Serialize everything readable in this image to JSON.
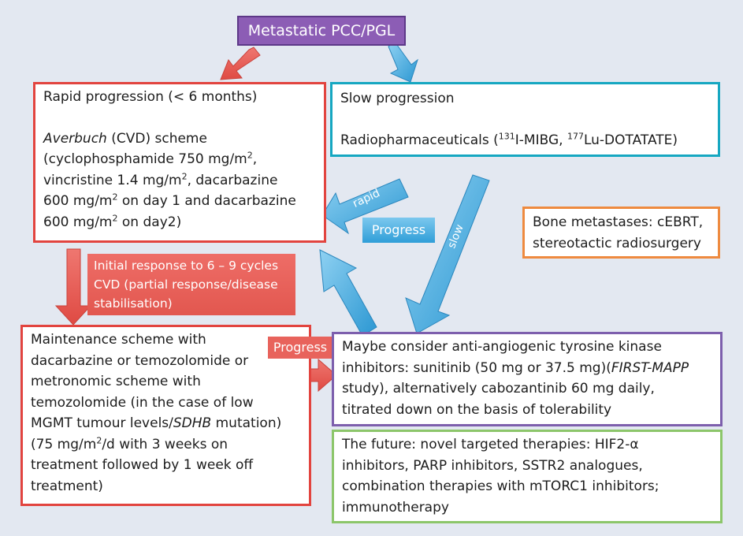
{
  "title": "Metastatic PCC/PGL",
  "rapid": {
    "heading": "Rapid progression (< 6 months)",
    "scheme_name": "Averbuch",
    "scheme_rest": " (CVD) scheme",
    "line1a": "(cyclophosphamide 750 mg/m",
    "line1b": ",",
    "line2a": "vincristine 1.4 mg/m",
    "line2b": ", dacarbazine",
    "line3a": "600 mg/m",
    "line3b": " on day 1 and dacarbazine",
    "line4a": "600 mg/m",
    "line4b": " on day2)",
    "sq": "2"
  },
  "slow": {
    "heading": "Slow progression",
    "line_a": "Radiopharmaceuticals (",
    "iso1": "131",
    "line_b": "I-MIBG, ",
    "iso2": "177",
    "line_c": "Lu-DOTATATE)"
  },
  "bone": {
    "line1": "Bone metastases: cEBRT,",
    "line2": "stereotactic radiosurgery"
  },
  "initial_response": {
    "line1": "Initial response to 6 – 9 cycles",
    "line2": "CVD (partial response/disease",
    "line3": "stabilisation)"
  },
  "labels": {
    "rapid": "rapid",
    "slow": "slow",
    "progress_blue": "Progress",
    "progress_red": "Progress"
  },
  "maintenance": {
    "line1": "Maintenance scheme with",
    "line2": "dacarbazine or temozolomide or",
    "line3": "metronomic scheme with",
    "line4": "temozolomide (in the case of low",
    "line5a": "MGMT tumour levels/",
    "line5b": "SDHB",
    "line5c": " mutation)",
    "line6a": "(75 mg/m",
    "line6sq": "2",
    "line6b": "/d with 3 weeks on",
    "line7": "treatment followed by 1 week off",
    "line8": "treatment)"
  },
  "tki": {
    "line1": "Maybe consider anti-angiogenic tyrosine kinase",
    "line2a": "inhibitors: sunitinib (50 mg or 37.5 mg)(",
    "line2b": "FIRST-MAPP",
    "line3": "study), alternatively cabozantinib 60 mg daily,",
    "line4": "titrated down on the basis of tolerability"
  },
  "future": {
    "line1": "The future: novel targeted therapies: HIF2-α",
    "line2": "inhibitors, PARP inhibitors, SSTR2 analogues,",
    "line3": "combination therapies with mTORC1 inhibitors;",
    "line4": "immunotherapy"
  },
  "colors": {
    "background": "#e3e8f1",
    "red": "#e2443f",
    "teal": "#16a7c1",
    "blue_arrow": "#2f9ed8",
    "purple": "#7d5fad",
    "orange": "#ee8a3f",
    "green": "#8cc66a"
  }
}
